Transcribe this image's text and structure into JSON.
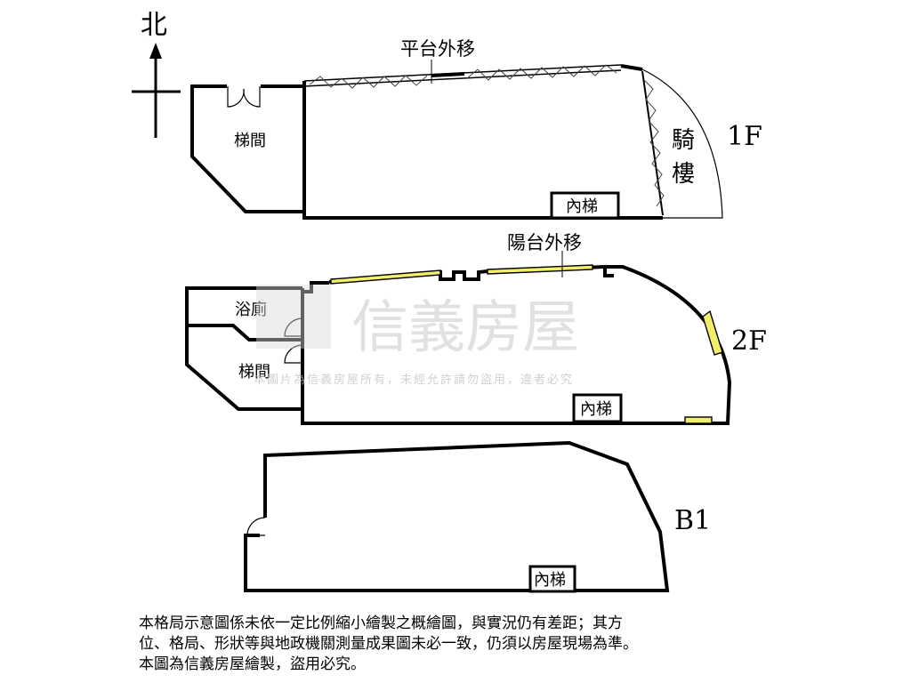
{
  "compass": {
    "north_label": "北"
  },
  "floors": {
    "f1": {
      "label": "1F",
      "rooms": {
        "stair": "梯間",
        "inner_stair": "內梯"
      },
      "notes": {
        "platform": "平台外移",
        "arcade_1": "騎",
        "arcade_2": "樓"
      }
    },
    "f2": {
      "label": "2F",
      "rooms": {
        "bath": "浴廁",
        "stair": "梯間",
        "inner_stair": "內梯"
      },
      "notes": {
        "balcony": "陽台外移"
      }
    },
    "b1": {
      "label": "B1",
      "rooms": {
        "inner_stair": "內梯"
      }
    }
  },
  "watermark": {
    "brand": "信義房屋",
    "notice": "本圖片為信義房屋所有，未經允許請勿盜用，違者必究"
  },
  "disclaimer": {
    "line1": "本格局示意圖係未依一定比例縮小繪製之概繪圖，與實況仍有差距；其方",
    "line2": "位、格局、形狀等與地政機關測量成果圖未必一致，仍須以房屋現場為準。",
    "line3": "本圖為信義房屋繪製，盜用必究。"
  },
  "colors": {
    "wall": "#000000",
    "window": "#f2ee6a",
    "watermark": "#c9c9c9"
  }
}
